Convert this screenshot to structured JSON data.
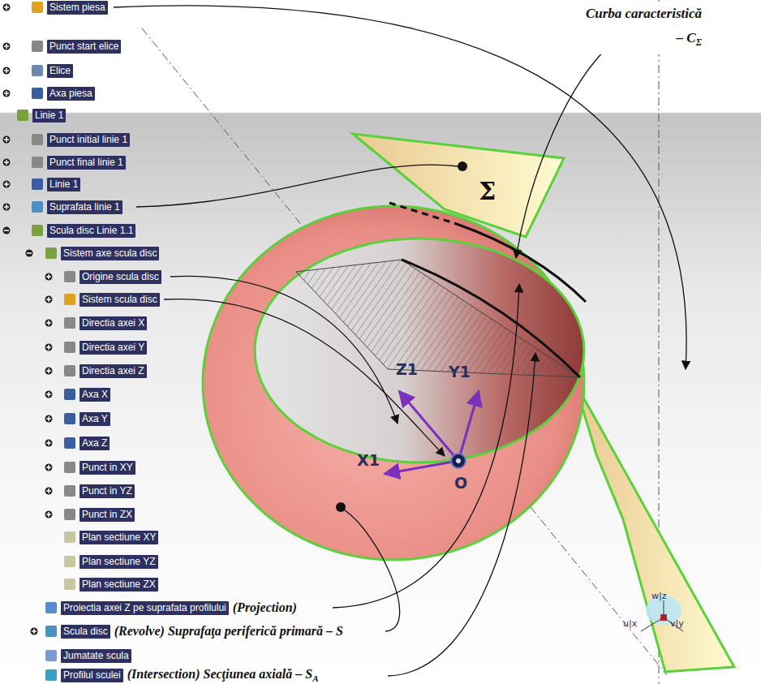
{
  "diagram": {
    "nodes": [
      {
        "text": [
          "Sistem piesa"
        ]
      },
      {
        "text": [
          "Punct start elice"
        ]
      },
      {
        "text": [
          "Elice"
        ]
      },
      {
        "text": [
          "Axa piesa"
        ]
      },
      {
        "text": [
          "Linie 1"
        ]
      },
      {
        "text": [
          "Punct initial linie 1"
        ]
      },
      {
        "text": [
          "Punct final linie 1"
        ]
      },
      {
        "text": [
          "Linie 1"
        ]
      },
      {
        "text": [
          "Suprafata linie 1"
        ]
      },
      {
        "text": [
          "Scula disc Linie 1.1"
        ]
      },
      {
        "text": [
          "Sistem axe scula disc"
        ]
      },
      {
        "text": [
          "Origine scula disc"
        ]
      },
      {
        "text": [
          "Sistem scula disc"
        ]
      },
      {
        "text": [
          "Directia axei X"
        ]
      },
      {
        "text": [
          "Directia axei Y"
        ]
      },
      {
        "text": [
          "Directia axei Z"
        ]
      },
      {
        "text": [
          "Axa X"
        ]
      },
      {
        "text": [
          "Axa Y"
        ]
      },
      {
        "text": [
          "Axa Z"
        ]
      },
      {
        "text": [
          "Punct in XY"
        ]
      },
      {
        "text": [
          "Punct in YZ"
        ]
      },
      {
        "text": [
          "Punct in ZX"
        ]
      },
      {
        "text": [
          "Plan sectiune XY"
        ]
      },
      {
        "text": [
          "Plan sectiune YZ"
        ]
      },
      {
        "text": [
          "Plan sectiune ZX"
        ]
      },
      {
        "text": [
          "Proiectia axei Z pe suprafata profilului"
        ]
      },
      {
        "text": [
          "Scula disc"
        ]
      },
      {
        "text": [
          "Jumatate scula"
        ]
      },
      {
        "text": [
          "Profilul sculei"
        ]
      }
    ],
    "labels": [
      "Curba caracteristică – C",
      "Σ",
      "Σ",
      "Z1",
      "Y1",
      "X1",
      "O",
      "w|z",
      "u|x",
      "v|y",
      "(Projection)",
      "(Revolve) Suprafaţa periferică primară – S",
      "(Intersection) Secţiunea axială – S",
      "A"
    ]
  }
}
